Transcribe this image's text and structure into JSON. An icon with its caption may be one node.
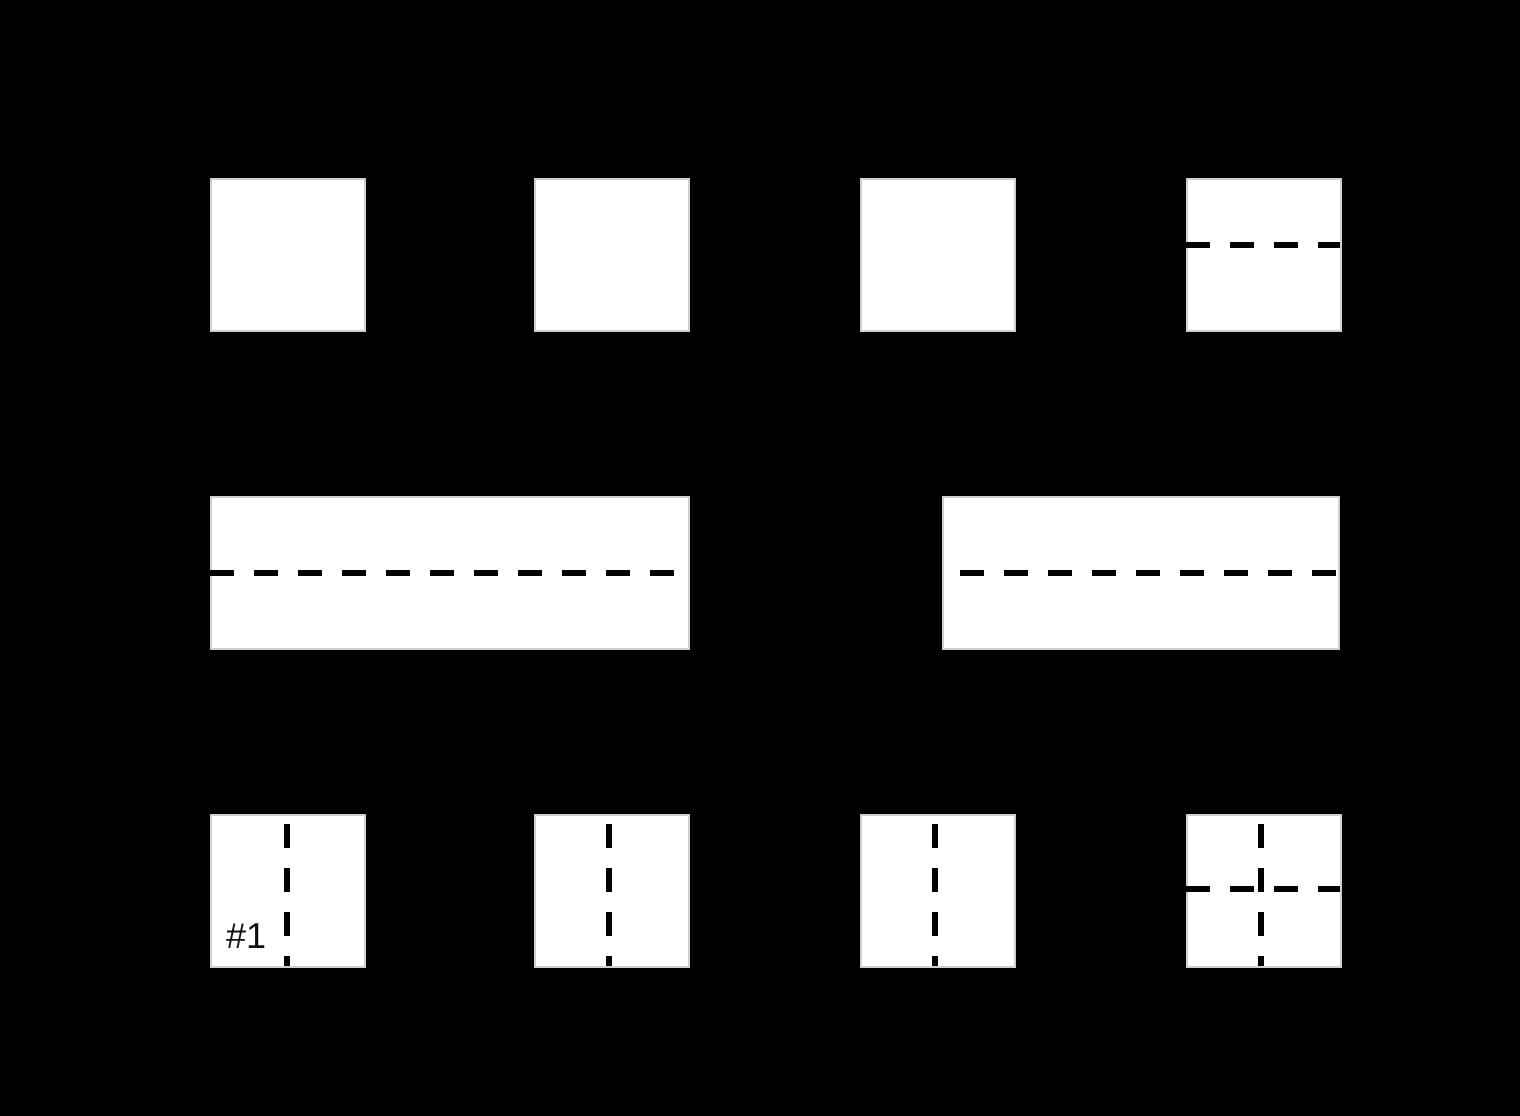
{
  "diagram": {
    "nodes": [
      {
        "text": [],
        "shape": "box"
      },
      {
        "text": [],
        "shape": "box"
      },
      {
        "text": [],
        "shape": "box"
      },
      {
        "text": [],
        "shape": "box"
      },
      {
        "text": [],
        "shape": "box"
      },
      {
        "text": [],
        "shape": "box"
      },
      {
        "text": [
          "#1"
        ]
      },
      {
        "text": [],
        "shape": "box"
      },
      {
        "text": [],
        "shape": "box"
      },
      {
        "text": [],
        "shape": "box"
      }
    ]
  }
}
